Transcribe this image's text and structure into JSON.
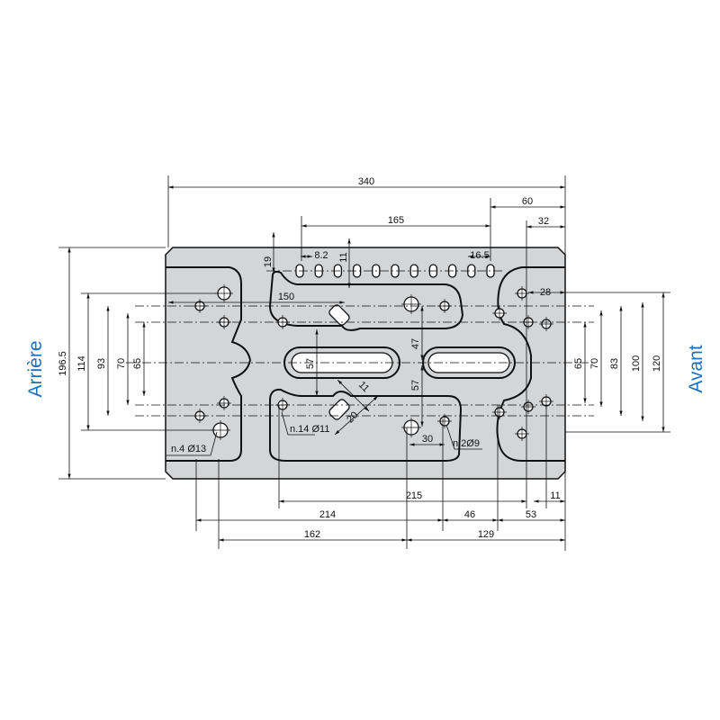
{
  "labels": {
    "rear": "Arrière",
    "front": "Avant"
  },
  "dims": {
    "overall_width": "340",
    "slot_span": "165",
    "front_60": "60",
    "front_32": "32",
    "slot_pitch": "8.2",
    "slot_pitch_end": "16.5",
    "edge_19": "19",
    "slot_11": "11",
    "offset_150": "150",
    "front_28": "28",
    "overall_height": "196.5",
    "rear_114": "114",
    "rear_93": "93",
    "rear_70": "70",
    "rear_65": "65",
    "front_65": "65",
    "front_70": "70",
    "front_83": "83",
    "front_100": "100",
    "front_120": "120",
    "center_57_left": "57",
    "center_57_right": "57",
    "center_47": "47",
    "diag_11": "11",
    "diag_20": "20",
    "hole_pitch_30": "30",
    "bottom_215": "215",
    "bottom_11": "11",
    "bottom_214": "214",
    "bottom_46": "46",
    "bottom_53": "53",
    "bottom_162": "162",
    "bottom_129": "129"
  },
  "notes": {
    "holes_13": "n.4 Ø13",
    "holes_11": "n.14 Ø11",
    "holes_9": "n.2Ø9"
  },
  "colors": {
    "plate": "#d3d5d7",
    "label_blue": "#1b6fc2"
  }
}
